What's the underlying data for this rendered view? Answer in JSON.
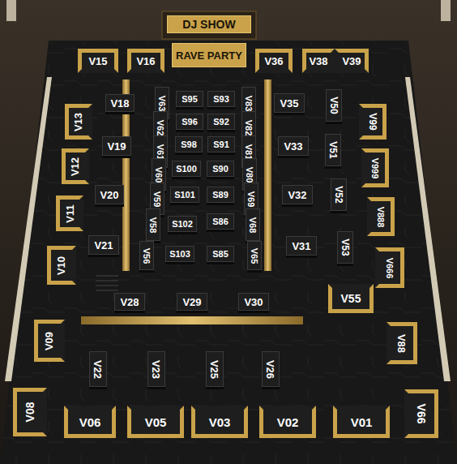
{
  "diagram": {
    "nodes": [
      {
        "text": [
          "DJ SHOW"
        ]
      },
      {
        "text": [
          "V15"
        ]
      },
      {
        "text": [
          "V16"
        ]
      },
      {
        "text": [
          "RAVE PARTY"
        ]
      },
      {
        "text": [
          "V36"
        ]
      },
      {
        "text": [
          "V38"
        ]
      },
      {
        "text": [
          "V39"
        ]
      },
      {
        "text": [
          "V18"
        ]
      },
      {
        "text": [
          "V63"
        ]
      },
      {
        "text": [
          "S95"
        ]
      },
      {
        "text": [
          "S93"
        ]
      },
      {
        "text": [
          "V83"
        ]
      },
      {
        "text": [
          "V35"
        ]
      },
      {
        "text": [
          "V50"
        ]
      },
      {
        "text": [
          "V13"
        ]
      },
      {
        "text": [
          "V99"
        ]
      },
      {
        "text": [
          "V62"
        ]
      },
      {
        "text": [
          "S96"
        ]
      },
      {
        "text": [
          "S92"
        ]
      },
      {
        "text": [
          "V82"
        ]
      },
      {
        "text": [
          "V61"
        ]
      },
      {
        "text": [
          "S98"
        ]
      },
      {
        "text": [
          "S91"
        ]
      },
      {
        "text": [
          "V81"
        ]
      },
      {
        "text": [
          "V19"
        ]
      },
      {
        "text": [
          "V33"
        ]
      },
      {
        "text": [
          "V51"
        ]
      },
      {
        "text": [
          "V12"
        ]
      },
      {
        "text": [
          "V999"
        ]
      },
      {
        "text": [
          "V60"
        ]
      },
      {
        "text": [
          "S100"
        ]
      },
      {
        "text": [
          "S90"
        ]
      },
      {
        "text": [
          "V80"
        ]
      },
      {
        "text": [
          "V20"
        ]
      },
      {
        "text": [
          "V59"
        ]
      },
      {
        "text": [
          "S101"
        ]
      },
      {
        "text": [
          "S89"
        ]
      },
      {
        "text": [
          "V69"
        ]
      },
      {
        "text": [
          "V32"
        ]
      },
      {
        "text": [
          "V52"
        ]
      },
      {
        "text": [
          "V11"
        ]
      },
      {
        "text": [
          "V888"
        ]
      },
      {
        "text": [
          "V58"
        ]
      },
      {
        "text": [
          "S102"
        ]
      },
      {
        "text": [
          "S86"
        ]
      },
      {
        "text": [
          "V68"
        ]
      },
      {
        "text": [
          "V21"
        ]
      },
      {
        "text": [
          "V31"
        ]
      },
      {
        "text": [
          "V53"
        ]
      },
      {
        "text": [
          "S103"
        ]
      },
      {
        "text": [
          "S85"
        ]
      },
      {
        "text": [
          "V56"
        ]
      },
      {
        "text": [
          "V65"
        ]
      },
      {
        "text": [
          "V10"
        ]
      },
      {
        "text": [
          "V666"
        ]
      },
      {
        "text": [
          "V28"
        ]
      },
      {
        "text": [
          "V29"
        ]
      },
      {
        "text": [
          "V30"
        ]
      },
      {
        "text": [
          "V55"
        ]
      },
      {
        "text": [
          "V09"
        ]
      },
      {
        "text": [
          "V88"
        ]
      },
      {
        "text": [
          "V22"
        ]
      },
      {
        "text": [
          "V23"
        ]
      },
      {
        "text": [
          "V25"
        ]
      },
      {
        "text": [
          "V26"
        ]
      },
      {
        "text": [
          "V08"
        ]
      },
      {
        "text": [
          "V06"
        ]
      },
      {
        "text": [
          "V05"
        ]
      },
      {
        "text": [
          "V03"
        ]
      },
      {
        "text": [
          "V02"
        ]
      },
      {
        "text": [
          "V01"
        ]
      },
      {
        "text": [
          "V66"
        ]
      }
    ]
  }
}
